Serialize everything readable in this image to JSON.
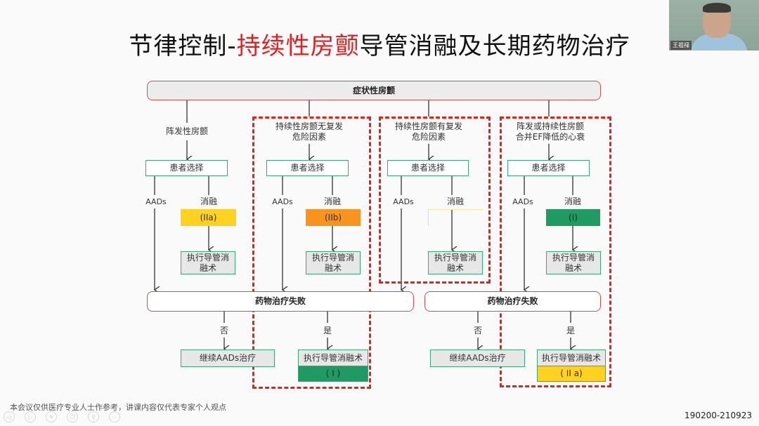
{
  "title": {
    "prefix": "节律控制-",
    "highlight": "持续性房颤",
    "suffix": "导管消融及长期药物治疗",
    "highlight_color": "#e02020"
  },
  "webcam": {
    "speaker_name": "王祖禄"
  },
  "flowchart": {
    "root": "症状性房颤",
    "branches": [
      {
        "condition": "阵发性房颤",
        "patient_choice": "患者选择",
        "aads": "AADs",
        "ablation": "消融",
        "grade": "(IIa)",
        "grade_color": "#ffd21f",
        "procedure": "执行导管消融术",
        "highlighted": false
      },
      {
        "condition": "持续性房颤无复发危险因素",
        "patient_choice": "患者选择",
        "aads": "AADs",
        "ablation": "消融",
        "grade": "(IIb)",
        "grade_color": "#f7931e",
        "procedure": "执行导管消融术",
        "highlighted": true
      },
      {
        "condition": "持续性房颤有复发危险因素",
        "patient_choice": "患者选择",
        "aads": "AADs",
        "ablation": "消融",
        "grade": "",
        "grade_color": "",
        "procedure": "执行导管消融术",
        "highlighted": true
      },
      {
        "condition": "阵发或持续性房颤合并EF降低的心衰",
        "patient_choice": "患者选择",
        "aads": "AADs",
        "ablation": "消融",
        "grade": "(I)",
        "grade_color": "#1f9a63",
        "procedure": "执行导管消融术",
        "highlighted": true
      }
    ],
    "failure_groups": [
      {
        "label": "药物治疗失败",
        "no_label": "否",
        "yes_label": "是",
        "no_action": "继续AADs治疗",
        "yes_action": "执行导管消融术",
        "yes_grade": "( I )",
        "yes_grade_color": "#1f9a63"
      },
      {
        "label": "药物治疗失败",
        "no_label": "否",
        "yes_label": "是",
        "no_action": "继续AADs治疗",
        "yes_action": "执行导管消融术",
        "yes_grade": "( II a)",
        "yes_grade_color": "#ffd21f"
      }
    ]
  },
  "footer": {
    "disclaimer": "本会议仅供医疗专业人士作参考，讲课内容仅代表专家个人观点",
    "code": "190200-210923"
  },
  "controls": [
    "prev-icon",
    "next-icon",
    "pen-icon",
    "copy-icon",
    "zoom-icon",
    "more-icon"
  ]
}
